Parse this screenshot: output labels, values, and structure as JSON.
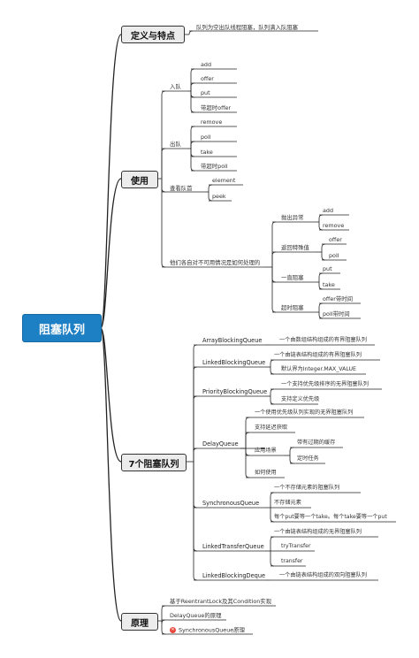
{
  "root": "阻塞队列",
  "branches": {
    "features": {
      "label": "定义与特点",
      "desc": "队列为空出队线程阻塞，队列满入队阻塞"
    },
    "usage": {
      "label": "使用",
      "enqueue": {
        "label": "入队",
        "items": [
          "add",
          "offer",
          "put",
          "带超时offer"
        ]
      },
      "dequeue": {
        "label": "出队",
        "items": [
          "remove",
          "poll",
          "take",
          "带超时poll"
        ]
      },
      "peek": {
        "label": "查看队首",
        "items": [
          "element",
          "peek"
        ]
      },
      "unavailable": {
        "label": "他们各自对不可用情况是如何处理的",
        "throw": {
          "label": "抛出异常",
          "items": [
            "add",
            "remove"
          ]
        },
        "special": {
          "label": "返回特殊值",
          "items": [
            "offer",
            "poll"
          ]
        },
        "block": {
          "label": "一直阻塞",
          "items": [
            "put",
            "take"
          ]
        },
        "timeout": {
          "label": "超时阻塞",
          "items": [
            "offer带时间",
            "poll带时间"
          ]
        }
      }
    },
    "seven": {
      "label": "7个阻塞队列",
      "abq": {
        "label": "ArrayBlockingQueue",
        "desc": "一个由数组结构组成的有界阻塞队列"
      },
      "lbq": {
        "label": "LinkedBlockingQueue",
        "items": [
          "一个由链表结构组成的有界阻塞队列",
          "默认界为Integer.MAX_VALUE"
        ]
      },
      "pbq": {
        "label": "PriorityBlockingQueue",
        "items": [
          "一个支持优先级排序的无界阻塞队列",
          "支持定义优先级"
        ]
      },
      "dq": {
        "label": "DelayQueue",
        "desc": "一个使用优先级队列实现的无界阻塞队列",
        "lazy": "支持延迟获取",
        "scenarios": {
          "label": "应用场景",
          "items": [
            "带有过期的缓存",
            "定时任务"
          ]
        },
        "howto": "如何使用"
      },
      "sq": {
        "label": "SynchronousQueue",
        "items": [
          "一个不存储元素的阻塞队列",
          "不存储元素",
          "每个put要等一个take。每个take要等一个put"
        ]
      },
      "ltq": {
        "label": "LinkedTransferQueue",
        "items": [
          "一个由链表结构组成的无界阻塞队列",
          "tryTransfer",
          "transfer"
        ]
      },
      "lbd": {
        "label": "LinkedBlockingDeque",
        "desc": "一个由链表结构组成的双向阻塞队列"
      }
    },
    "principle": {
      "label": "原理",
      "items": [
        "基于ReentrantLock及其Condition实现",
        "DelayQueue的原理",
        "SynchronousQueue原理"
      ]
    }
  },
  "colors": {
    "root": "#1d7fc4",
    "line": "#222222",
    "error_icon": "#e8493a"
  },
  "icons": {
    "principle_item_3": "error-x-icon"
  }
}
